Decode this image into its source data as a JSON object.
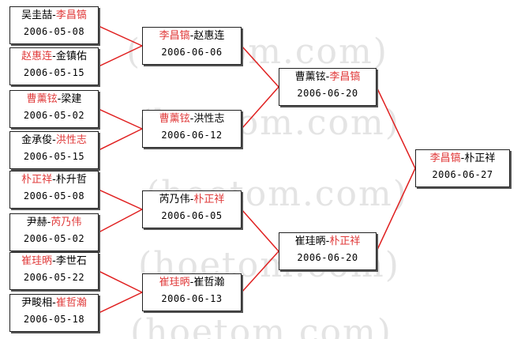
{
  "colors": {
    "winner": "#e03a3a",
    "line": "#e02020",
    "text": "#000000",
    "watermark": "#e4e4e4"
  },
  "watermark": [
    "(hoetom.com)",
    "(hoetom.com)",
    "(hoetom.com)",
    "(hoetom.com)",
    "(hoetom.com)"
  ],
  "matches": [
    {
      "id": "r1-1",
      "p1": "吴圭喆",
      "p2": "李昌镐",
      "winner": 2,
      "date": "2006-05-08"
    },
    {
      "id": "r1-2",
      "p1": "赵惠连",
      "p2": "金镇佑",
      "winner": 1,
      "date": "2006-05-15"
    },
    {
      "id": "r1-3",
      "p1": "曹薰铉",
      "p2": "梁建",
      "winner": 1,
      "date": "2006-05-02"
    },
    {
      "id": "r1-4",
      "p1": "金承俊",
      "p2": "洪性志",
      "winner": 2,
      "date": "2006-05-15"
    },
    {
      "id": "r1-5",
      "p1": "朴正祥",
      "p2": "朴升哲",
      "winner": 1,
      "date": "2006-05-08"
    },
    {
      "id": "r1-6",
      "p1": "尹赫",
      "p2": "芮乃伟",
      "winner": 2,
      "date": "2006-05-02"
    },
    {
      "id": "r1-7",
      "p1": "崔珪昞",
      "p2": "李世石",
      "winner": 1,
      "date": "2006-05-22"
    },
    {
      "id": "r1-8",
      "p1": "尹畯相",
      "p2": "崔哲瀚",
      "winner": 2,
      "date": "2006-05-18"
    },
    {
      "id": "r2-1",
      "p1": "李昌镐",
      "p2": "赵惠连",
      "winner": 1,
      "date": "2006-06-06"
    },
    {
      "id": "r2-2",
      "p1": "曹薰铉",
      "p2": "洪性志",
      "winner": 1,
      "date": "2006-06-12"
    },
    {
      "id": "r2-3",
      "p1": "芮乃伟",
      "p2": "朴正祥",
      "winner": 2,
      "date": "2006-06-05"
    },
    {
      "id": "r2-4",
      "p1": "崔珪昞",
      "p2": "崔哲瀚",
      "winner": 1,
      "date": "2006-06-13"
    },
    {
      "id": "r3-1",
      "p1": "曹薰铉",
      "p2": "李昌镐",
      "winner": 2,
      "date": "2006-06-20"
    },
    {
      "id": "r3-2",
      "p1": "崔珪昞",
      "p2": "朴正祥",
      "winner": 2,
      "date": "2006-06-20"
    },
    {
      "id": "r4-1",
      "p1": "李昌镐",
      "p2": "朴正祥",
      "winner": 1,
      "date": "2006-06-27"
    }
  ]
}
